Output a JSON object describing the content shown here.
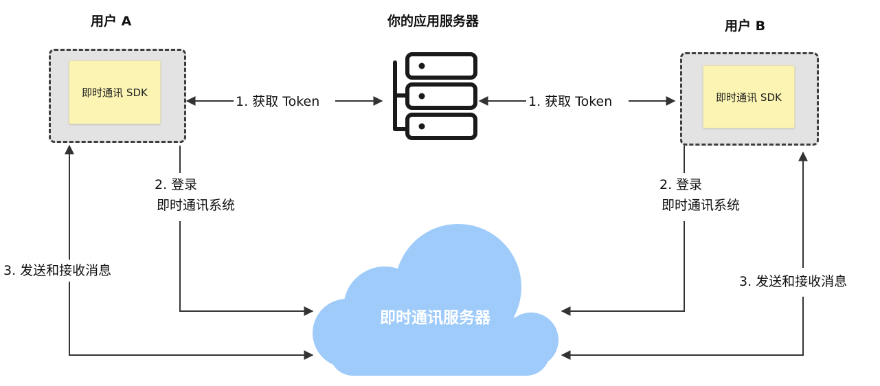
{
  "user_a": {
    "title": "用户 A",
    "sdk_label": "即时通讯 SDK"
  },
  "user_b": {
    "title": "用户 B",
    "sdk_label": "即时通讯 SDK"
  },
  "app_server": {
    "title": "你的应用服务器",
    "icon": "server-stack-icon"
  },
  "im_server": {
    "label": "即时通讯服务器",
    "icon": "cloud-icon"
  },
  "steps": {
    "get_token_left": "1. 获取 Token",
    "get_token_right": "1. 获取 Token",
    "login_left_line1": "2. 登录",
    "login_left_line2": "即时通讯系统",
    "login_right_line1": "2. 登录",
    "login_right_line2": "即时通讯系统",
    "send_receive_left": "3. 发送和接收消息",
    "send_receive_right": "3. 发送和接收消息"
  },
  "colors": {
    "cloud": "#9fcbfb",
    "sdk_note": "#fbf4b3",
    "device_box": "#e3e3e3",
    "device_border": "#3d3d3d",
    "arrow": "#333333"
  }
}
